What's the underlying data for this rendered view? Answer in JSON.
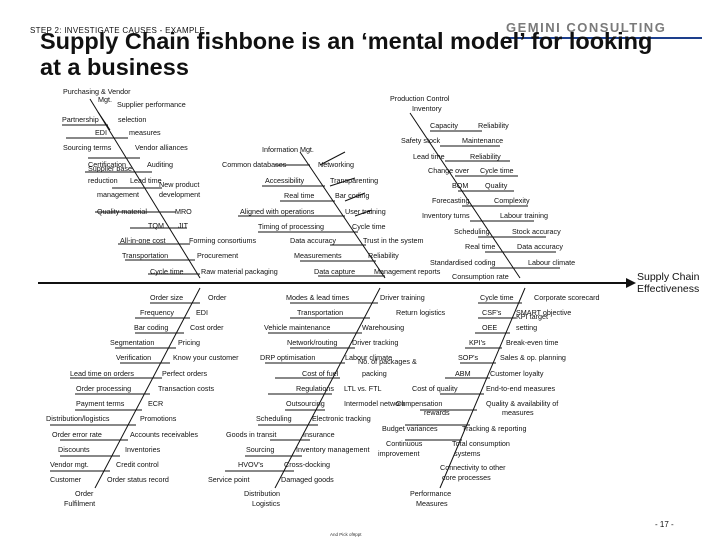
{
  "header": {
    "step": "STEP 2: INVESTIGATE CAUSES - EXAMPLE",
    "logo": "GEMINI CONSULTING",
    "title_line1": "Supply Chain fishbone is an ‘mental model’ for looking",
    "title_line2": "at a business"
  },
  "effect": {
    "line1": "Supply Chain",
    "line2": "Effectiveness"
  },
  "page_number": "- 17 -",
  "footer": "And Pick of¥ppt",
  "colors": {
    "logo": "#7a7a7a",
    "logo_rule": "#1d3f8c",
    "lines": "#111111"
  },
  "labels": [
    {
      "id": "purchasing-vendor-mgt",
      "text": "Purchasing & Vendor"
    },
    {
      "id": "purchasing-vendor-mgt-2",
      "text": "Mgt."
    },
    {
      "id": "supplier-performance",
      "text": "Supplier performance"
    },
    {
      "id": "partnership",
      "text": "Partnership"
    },
    {
      "id": "selection",
      "text": "selection"
    },
    {
      "id": "edi-top",
      "text": "EDI"
    },
    {
      "id": "measures-top",
      "text": "measures"
    },
    {
      "id": "sourcing-terms",
      "text": "Sourcing terms"
    },
    {
      "id": "vendor-alliances",
      "text": "Vendor alliances"
    },
    {
      "id": "certification",
      "text": "Certification"
    },
    {
      "id": "supplier-base",
      "text": "Supplier base"
    },
    {
      "id": "auditing",
      "text": "Auditing"
    },
    {
      "id": "reduction",
      "text": "reduction"
    },
    {
      "id": "lead-time-left",
      "text": "Lead time"
    },
    {
      "id": "new-product",
      "text": "New product"
    },
    {
      "id": "management",
      "text": "management"
    },
    {
      "id": "development",
      "text": "development"
    },
    {
      "id": "quality-material",
      "text": "Quality material"
    },
    {
      "id": "mro",
      "text": "MRO"
    },
    {
      "id": "tqm",
      "text": "TQM"
    },
    {
      "id": "jit",
      "text": "JIT"
    },
    {
      "id": "all-in-one-cost",
      "text": "All-in-one cost"
    },
    {
      "id": "forming-consortiums",
      "text": "Forming consortiums"
    },
    {
      "id": "transportation-top",
      "text": "Transportation"
    },
    {
      "id": "procurement",
      "text": "Procurement"
    },
    {
      "id": "cycle-time-top",
      "text": "Cycle time"
    },
    {
      "id": "raw-material-packaging",
      "text": "Raw material packaging"
    },
    {
      "id": "information-mgt",
      "text": "Information Mgt."
    },
    {
      "id": "common-databases",
      "text": "Common databases"
    },
    {
      "id": "networking",
      "text": "Networking"
    },
    {
      "id": "accessibility",
      "text": "Accessibility"
    },
    {
      "id": "transparenting",
      "text": "Transparenting"
    },
    {
      "id": "real-time-mid",
      "text": "Real time"
    },
    {
      "id": "bar-coding-top",
      "text": "Bar coding"
    },
    {
      "id": "aligned-with-operations",
      "text": "Aligned with operations"
    },
    {
      "id": "user-training",
      "text": "User training"
    },
    {
      "id": "timing-of-processing",
      "text": "Timing of processing"
    },
    {
      "id": "cycle-time-mid",
      "text": "Cycle time"
    },
    {
      "id": "data-accuracy-mid",
      "text": "Data accuracy"
    },
    {
      "id": "trust-in-the-system",
      "text": "Trust in the system"
    },
    {
      "id": "measurements",
      "text": "Measurements"
    },
    {
      "id": "reliability-mid",
      "text": "Reliability"
    },
    {
      "id": "data-capture",
      "text": "Data capture"
    },
    {
      "id": "management-reports",
      "text": "Management reports"
    },
    {
      "id": "production-control",
      "text": "Production Control"
    },
    {
      "id": "inventory",
      "text": "Inventory"
    },
    {
      "id": "capacity",
      "text": "Capacity"
    },
    {
      "id": "reliability-top",
      "text": "Reliability"
    },
    {
      "id": "safety-stock",
      "text": "Safety stock"
    },
    {
      "id": "maintenance",
      "text": "Maintenance"
    },
    {
      "id": "lead-time-right",
      "text": "Lead time"
    },
    {
      "id": "reliability-right",
      "text": "Reliability"
    },
    {
      "id": "change-over",
      "text": "Change over"
    },
    {
      "id": "cycle-time-right",
      "text": "Cycle time"
    },
    {
      "id": "bom",
      "text": "BOM"
    },
    {
      "id": "quality",
      "text": "Quality"
    },
    {
      "id": "forecasting",
      "text": "Forecasting"
    },
    {
      "id": "complexity",
      "text": "Complexity"
    },
    {
      "id": "inventory-turns",
      "text": "Inventory turns"
    },
    {
      "id": "labour-training",
      "text": "Labour training"
    },
    {
      "id": "scheduling-top",
      "text": "Scheduling"
    },
    {
      "id": "stock-accuracy",
      "text": "Stock accuracy"
    },
    {
      "id": "real-time-right",
      "text": "Real time"
    },
    {
      "id": "data-accuracy-right",
      "text": "Data accuracy"
    },
    {
      "id": "standardised-coding",
      "text": "Standardised coding"
    },
    {
      "id": "labour-climate-top",
      "text": "Labour climate"
    },
    {
      "id": "consumption-rate",
      "text": "Consumption rate"
    },
    {
      "id": "order-size",
      "text": "Order size"
    },
    {
      "id": "order",
      "text": "Order"
    },
    {
      "id": "frequency",
      "text": "Frequency"
    },
    {
      "id": "edi-bottom",
      "text": "EDI"
    },
    {
      "id": "bar-coding-bottom",
      "text": "Bar coding"
    },
    {
      "id": "cost-order",
      "text": "Cost order"
    },
    {
      "id": "segmentation",
      "text": "Segmentation"
    },
    {
      "id": "pricing",
      "text": "Pricing"
    },
    {
      "id": "verification",
      "text": "Verification"
    },
    {
      "id": "know-your-customer",
      "text": "Know your customer"
    },
    {
      "id": "lead-time-on-orders",
      "text": "Lead time on orders"
    },
    {
      "id": "perfect-orders",
      "text": "Perfect orders"
    },
    {
      "id": "order-processing",
      "text": "Order processing"
    },
    {
      "id": "transaction-costs",
      "text": "Transaction costs"
    },
    {
      "id": "payment-terms",
      "text": "Payment terms"
    },
    {
      "id": "ecr",
      "text": "ECR"
    },
    {
      "id": "distribution-logistics-left",
      "text": "Distribution/logistics"
    },
    {
      "id": "promotions",
      "text": "Promotions"
    },
    {
      "id": "order-error-rate",
      "text": "Order error rate"
    },
    {
      "id": "accounts-receivables",
      "text": "Accounts receivables"
    },
    {
      "id": "discounts",
      "text": "Discounts"
    },
    {
      "id": "inventories",
      "text": "Inventories"
    },
    {
      "id": "vendor-mgt",
      "text": "Vendor mgt."
    },
    {
      "id": "credit-control",
      "text": "Credit control"
    },
    {
      "id": "customer",
      "text": "Customer"
    },
    {
      "id": "order-status-record",
      "text": "Order status record"
    },
    {
      "id": "order-fulfilment-1",
      "text": "Order"
    },
    {
      "id": "order-fulfilment-2",
      "text": "Fulfilment"
    },
    {
      "id": "modes-lead-times",
      "text": "Modes & lead times"
    },
    {
      "id": "driver-training",
      "text": "Driver training"
    },
    {
      "id": "transportation-bottom",
      "text": "Transportation"
    },
    {
      "id": "return-logistics",
      "text": "Return logistics"
    },
    {
      "id": "vehicle-maintenance",
      "text": "Vehicle maintenance"
    },
    {
      "id": "warehousing",
      "text": "Warehousing"
    },
    {
      "id": "network-routing",
      "text": "Network/routing"
    },
    {
      "id": "driver-tracking",
      "text": "Driver tracking"
    },
    {
      "id": "drp-optimisation",
      "text": "DRP optimisation"
    },
    {
      "id": "labour-climate-bottom",
      "text": "Labour climate"
    },
    {
      "id": "no-of-packages",
      "text": "No. of packages &"
    },
    {
      "id": "cost-of-fuel",
      "text": "Cost of fuel"
    },
    {
      "id": "packing",
      "text": "packing"
    },
    {
      "id": "regulations",
      "text": "Regulations"
    },
    {
      "id": "ltl-vs-ftl",
      "text": "LTL vs. FTL"
    },
    {
      "id": "outsourcing",
      "text": "Outsourcing"
    },
    {
      "id": "intermodel-network",
      "text": "Intermodel network"
    },
    {
      "id": "scheduling-bottom",
      "text": "Scheduling"
    },
    {
      "id": "electronic-tracking",
      "text": "Electronic tracking"
    },
    {
      "id": "goods-in-transit",
      "text": "Goods in transit"
    },
    {
      "id": "insurance",
      "text": "Insurance"
    },
    {
      "id": "sourcing",
      "text": "Sourcing"
    },
    {
      "id": "inventory-management",
      "text": "Inventory management"
    },
    {
      "id": "hvovs",
      "text": "HVOV's"
    },
    {
      "id": "cross-docking",
      "text": "Cross-docking"
    },
    {
      "id": "service-point",
      "text": "Service point"
    },
    {
      "id": "damaged-goods",
      "text": "Damaged goods"
    },
    {
      "id": "distribution-1",
      "text": "Distribution"
    },
    {
      "id": "logistics",
      "text": "Logistics"
    },
    {
      "id": "cycle-time-bottom",
      "text": "Cycle time"
    },
    {
      "id": "corporate-scorecard",
      "text": "Corporate scorecard"
    },
    {
      "id": "csfs",
      "text": "CSF's"
    },
    {
      "id": "smart-objective",
      "text": "SMART objective"
    },
    {
      "id": "kpi-target",
      "text": "KPI target"
    },
    {
      "id": "kpi-setting",
      "text": "setting"
    },
    {
      "id": "oee",
      "text": "OEE"
    },
    {
      "id": "kpis",
      "text": "KPI's"
    },
    {
      "id": "break-even-time",
      "text": "Break-even time"
    },
    {
      "id": "sops",
      "text": "SOP's"
    },
    {
      "id": "sales-op-planning",
      "text": "Sales & op. planning"
    },
    {
      "id": "abm",
      "text": "ABM"
    },
    {
      "id": "customer-loyalty",
      "text": "Customer loyalty"
    },
    {
      "id": "cost-of-quality",
      "text": "Cost of quality"
    },
    {
      "id": "end-to-end-measures",
      "text": "End-to-end measures"
    },
    {
      "id": "compensation",
      "text": "Compensation"
    },
    {
      "id": "rewards",
      "text": "rewards"
    },
    {
      "id": "quality-availability",
      "text": "Quality & availability of"
    },
    {
      "id": "quality-measures",
      "text": "measures"
    },
    {
      "id": "budget-variances",
      "text": "Budget variances"
    },
    {
      "id": "tracking-reporting",
      "text": "Tracking & reporting"
    },
    {
      "id": "continuous",
      "text": "Continuous"
    },
    {
      "id": "improvement",
      "text": "improvement"
    },
    {
      "id": "total-consumption",
      "text": "Total consumption"
    },
    {
      "id": "systems",
      "text": "systems"
    },
    {
      "id": "connectivity",
      "text": "Connectivity to other"
    },
    {
      "id": "core-processes",
      "text": "core processes"
    },
    {
      "id": "performance",
      "text": "Performance"
    },
    {
      "id": "measures-bottom",
      "text": "Measures"
    }
  ]
}
